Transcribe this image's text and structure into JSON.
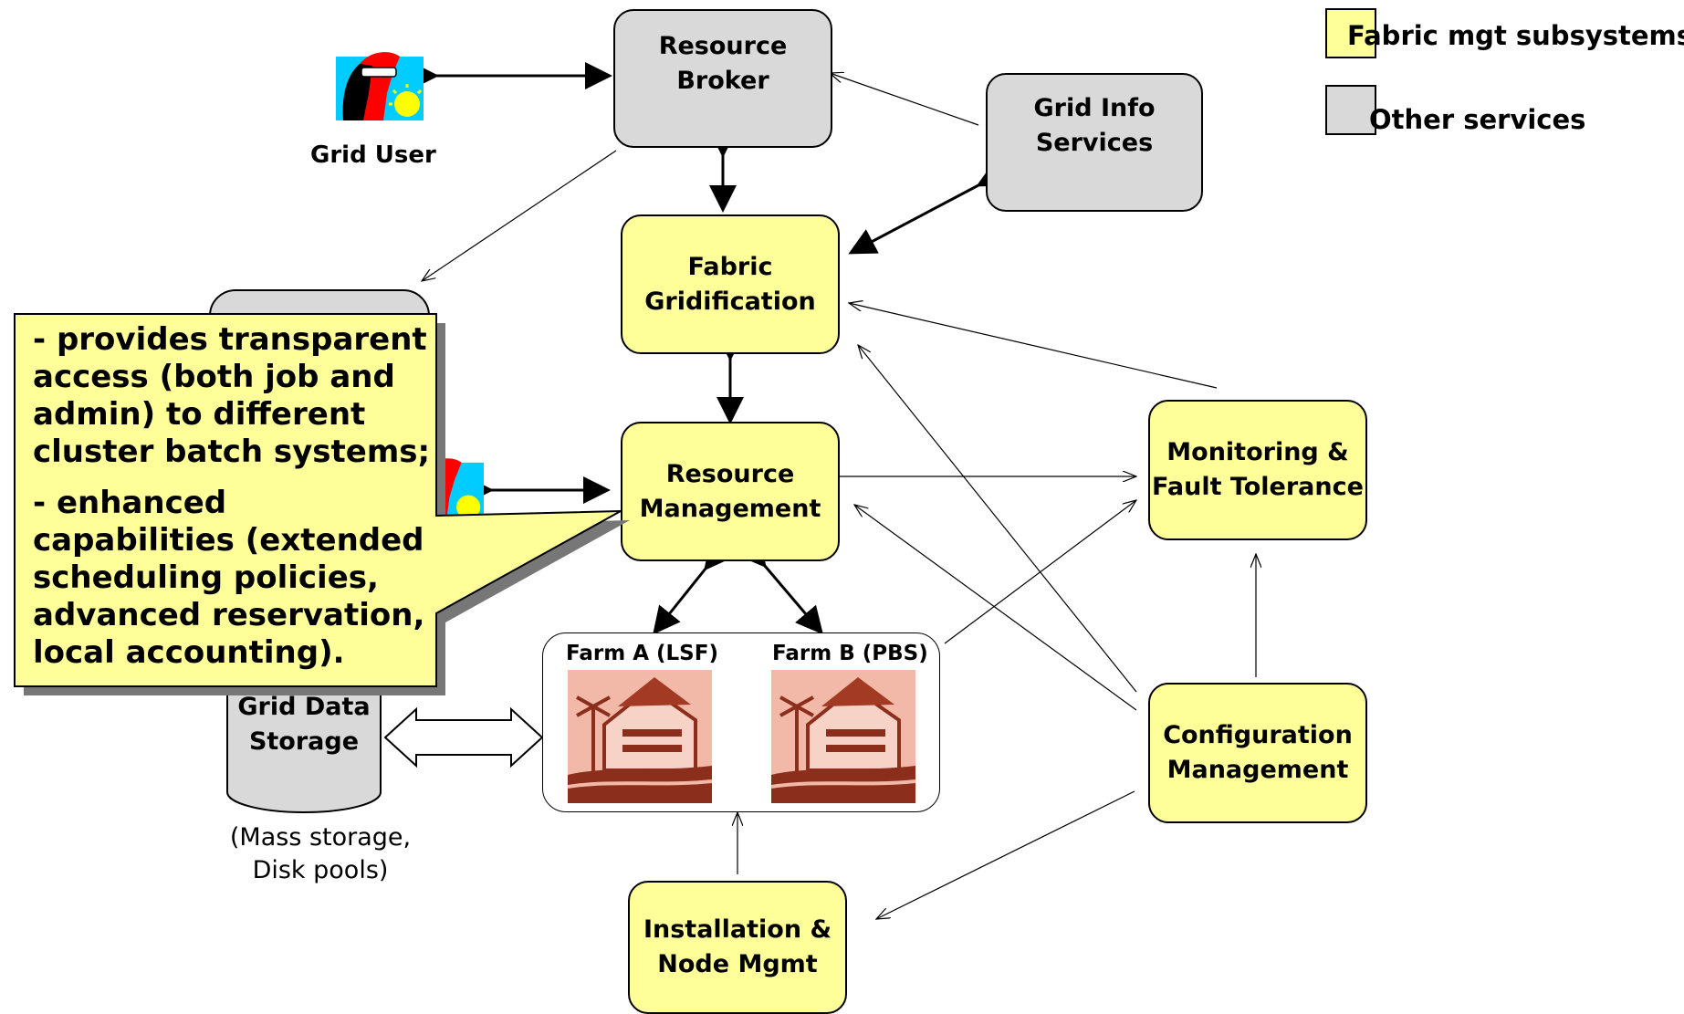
{
  "legend": {
    "fabric_label": "Fabric mgt subsystems",
    "other_label": "Other services",
    "fabric_color": "#ffff99",
    "other_color": "#d9d9d9"
  },
  "nodes": {
    "resource_broker": [
      "Resource",
      "Broker"
    ],
    "grid_info": [
      "Grid Info",
      "Services"
    ],
    "fabric_grid": [
      "Fabric",
      "Gridification"
    ],
    "resource_mgmt": [
      "Resource",
      "Management"
    ],
    "monitoring": [
      "Monitoring &",
      "Fault Tolerance"
    ],
    "config_mgmt": [
      "Configuration",
      "Management"
    ],
    "install": [
      "Installation &",
      "Node Mgmt"
    ],
    "grid_storage": [
      "Grid Data",
      "Storage"
    ]
  },
  "labels": {
    "grid_user": "Grid User",
    "farm_a": "Farm A (LSF)",
    "farm_b": "Farm B (PBS)",
    "storage_note_1": "(Mass storage,",
    "storage_note_2": "Disk pools)"
  },
  "callout": {
    "line_1": "- provides transparent access (both job and admin) to different cluster batch systems;",
    "line_2": "- enhanced capabilities (extended scheduling policies, advanced reservation, local accounting)."
  },
  "icons": {
    "user": "grid-user-icon",
    "farm": "farm-clipart-icon"
  }
}
